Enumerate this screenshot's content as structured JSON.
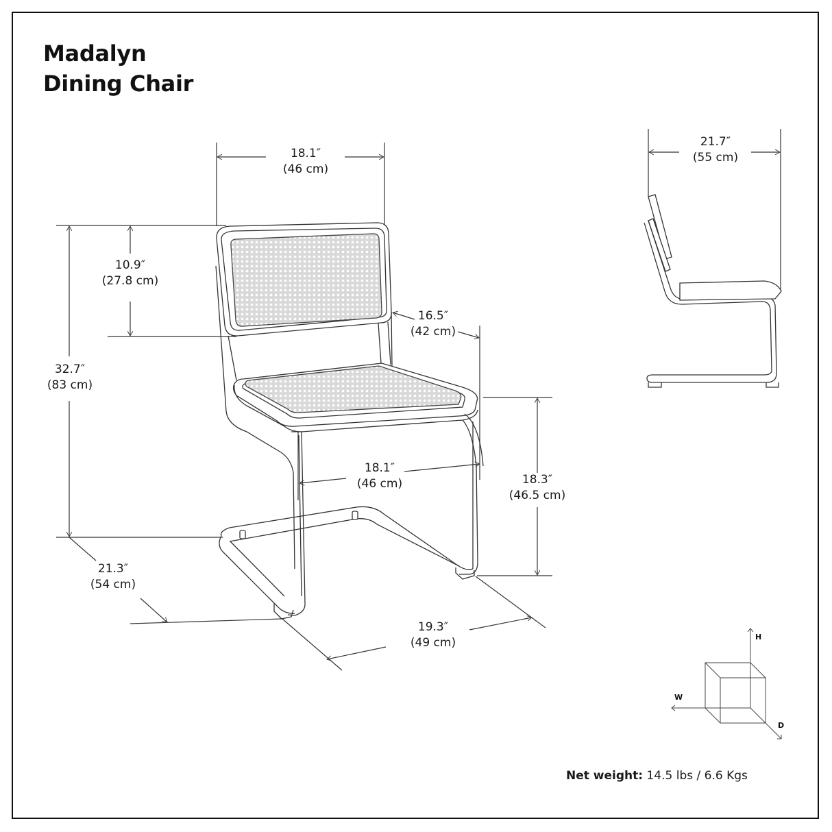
{
  "title": {
    "line1": "Madalyn",
    "line2": "Dining Chair"
  },
  "dimensions": {
    "back_width": {
      "in": "18.1″",
      "cm": "(46 cm)"
    },
    "backrest_height": {
      "in": "10.9″",
      "cm": "(27.8 cm)"
    },
    "overall_height": {
      "in": "32.7″",
      "cm": "(83 cm)"
    },
    "back_to_seat_front": {
      "in": "16.5″",
      "cm": "(42 cm)"
    },
    "seat_width": {
      "in": "18.1″",
      "cm": "(46 cm)"
    },
    "seat_height": {
      "in": "18.3″",
      "cm": "(46.5 cm)"
    },
    "overall_depth": {
      "in": "21.3″",
      "cm": "(54 cm)"
    },
    "base_width": {
      "in": "19.3″",
      "cm": "(49 cm)"
    },
    "side_depth": {
      "in": "21.7″",
      "cm": "(55 cm)"
    }
  },
  "axes_legend": {
    "height": "H",
    "width": "W",
    "depth": "D"
  },
  "weight": {
    "label": "Net weight:",
    "value": "14.5 lbs / 6.6 Kgs"
  },
  "colors": {
    "line": "#333333",
    "cane": "#e6e6e6",
    "frame": "#111111"
  }
}
